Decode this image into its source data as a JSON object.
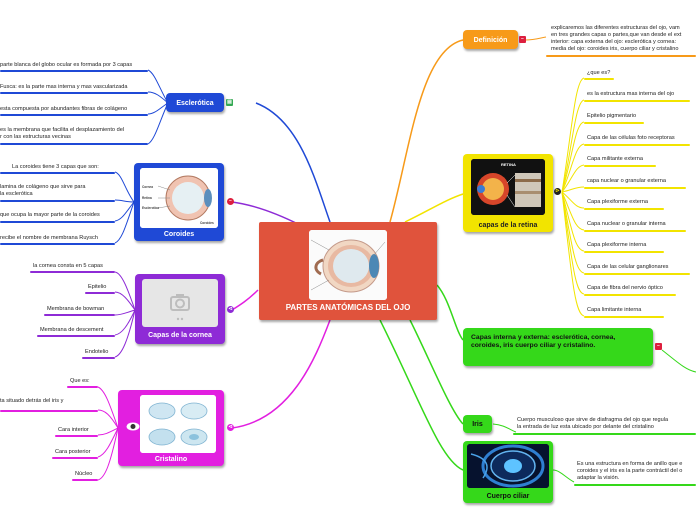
{
  "central": {
    "title": "PARTES ANATÓMICAS DEL OJO",
    "color": "#e0533c"
  },
  "colors": {
    "blue": "#1f49d6",
    "purple": "#8e2bd6",
    "magenta": "#e21fe0",
    "orange": "#f79a19",
    "yellow": "#f2e400",
    "green": "#35d81a",
    "red": "#dd1f3e"
  },
  "esclerotica": {
    "title": "Esclerótica",
    "items": [
      "parte blanca del globo ocular es formada por 3 capas",
      "Fusca: es la parte mas interna y mas vascularizada",
      "esta compuesta por abundantes fibras de colágeno",
      "es la membrana que facilita el desplazamiento del",
      "r con las estructuras vecinas"
    ]
  },
  "coroides": {
    "title": "Coroides",
    "items": [
      "La coroides tiene 3 capas que son:",
      "lamina de colágeno que sirve para",
      "la esclerótica",
      "que ocupa la mayor parte de la coroides",
      "recibe el nombre de membrana Ruysch"
    ],
    "thumb_labels": [
      "Cornea",
      "Retina",
      "Esclerotica",
      "Coroides"
    ]
  },
  "cornea": {
    "title": "Capas de la cornea",
    "items": [
      "la cornea consta en 5 capas",
      "Epitelio",
      "Membrana de bowman",
      "Membrana de descement",
      "Endotelio"
    ]
  },
  "cristalino": {
    "title": "Cristalino",
    "items": [
      "Que es:",
      "ta situado detrás del iris y",
      "Cara interior",
      "Cara posterior",
      "Núcleo"
    ]
  },
  "definicion": {
    "title": "Definición",
    "text1": "explicaremos las diferentes estructuras del ojo, vam",
    "text2": "en tres grandes capas o partes,que van desde el ext",
    "text3": "interior: capa externa del ojo: esclerótica y cornea:",
    "text4": "media del ojo: coroides iris, cuerpo ciliar y cristalino"
  },
  "retina": {
    "title": "capas de la retina",
    "thumb_title": "RETINA",
    "items": [
      "¿que es?",
      "es la estructura mas interna del ojo",
      "Epitelio pigmentario",
      "Capa de las células foto receptoras",
      "Capa militante externa",
      "capa nuclear o granular externa",
      "Capa plexiforme externa",
      "Capa nuclear o granular interna",
      "Capa plexiforme interna",
      "Capa de las celular ganglionares",
      "Capa de fibra del nervio óptico",
      "Capa limitante interna"
    ]
  },
  "capas": {
    "title": "Capas interna y externa: esclerótica, cornea, coroides, iris cuerpo ciliar y cristalino."
  },
  "iris": {
    "title": "Iris",
    "text1": "Cuerpo musculoso que sirve de diafragma del ojo que regula",
    "text2": "la entrada de luz esta ubicado por delante del cristalino"
  },
  "ciliar": {
    "title": "Cuerpo ciliar",
    "text1": "Es una estructura en forma de anillo que e",
    "text2": "coroides y el iris es la parte contráctil del o",
    "text3": "adaptar la visión."
  }
}
